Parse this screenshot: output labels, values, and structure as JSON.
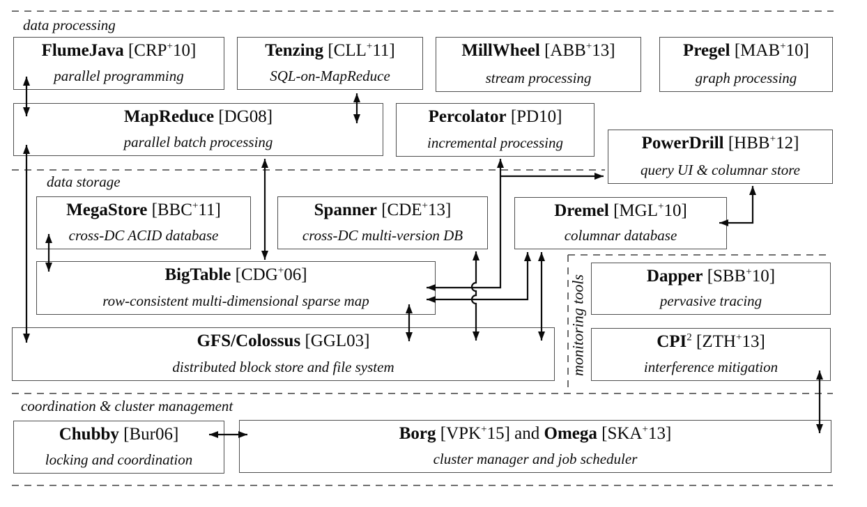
{
  "figure": {
    "regions": {
      "data_processing": "data processing",
      "data_storage": "data storage",
      "monitoring_tools": "monitoring tools",
      "coordination": "coordination & cluster management"
    },
    "boxes": {
      "flumejava": {
        "title": "**FlumeJava** [CRP^+^10]",
        "subtitle": "parallel programming"
      },
      "tenzing": {
        "title": "**Tenzing** [CLL^+^11]",
        "subtitle": "SQL-on-MapReduce"
      },
      "millwheel": {
        "title": "**MillWheel** [ABB^+^13]",
        "subtitle": "stream processing"
      },
      "pregel": {
        "title": "**Pregel** [MAB^+^10]",
        "subtitle": "graph processing"
      },
      "mapreduce": {
        "title": "**MapReduce** [DG08]",
        "subtitle": "parallel batch processing"
      },
      "percolator": {
        "title": "**Percolator** [PD10]",
        "subtitle": "incremental processing"
      },
      "powerdrill": {
        "title": "**PowerDrill** [HBB^+^12]",
        "subtitle": "query UI & columnar store"
      },
      "megastore": {
        "title": "**MegaStore** [BBC^+^11]",
        "subtitle": "cross-DC ACID database"
      },
      "spanner": {
        "title": "**Spanner** [CDE^+^13]",
        "subtitle": "cross-DC multi-version DB"
      },
      "dremel": {
        "title": "**Dremel** [MGL^+^10]",
        "subtitle": "columnar database"
      },
      "bigtable": {
        "title": "**BigTable** [CDG^+^06]",
        "subtitle": "row-consistent multi-dimensional sparse map"
      },
      "gfs": {
        "title": "**GFS/Colossus** [GGL03]",
        "subtitle": "distributed block store and file system"
      },
      "dapper": {
        "title": "**Dapper** [SBB^+^10]",
        "subtitle": "pervasive tracing"
      },
      "cpi2": {
        "title": "**CPI**^2^ [ZTH^+^13]",
        "subtitle": "interference mitigation"
      },
      "chubby": {
        "title": "**Chubby** [Bur06]",
        "subtitle": "locking and coordination"
      },
      "borg": {
        "title": "**Borg** [VPK^+^15] and **Omega** [SKA^+^13]",
        "subtitle": "cluster manager and job scheduler"
      }
    },
    "connections": [
      {
        "from": "FlumeJava",
        "to": "MapReduce",
        "style": "double-arrow"
      },
      {
        "from": "Tenzing",
        "to": "MapReduce",
        "style": "double-arrow"
      },
      {
        "from": "MapReduce",
        "to": "GFS/Colossus",
        "style": "double-arrow"
      },
      {
        "from": "MapReduce",
        "to": "BigTable",
        "style": "double-arrow"
      },
      {
        "from": "MegaStore",
        "to": "BigTable",
        "style": "double-arrow"
      },
      {
        "from": "Percolator",
        "to": "BigTable",
        "style": "double-arrow-elbow"
      },
      {
        "from": "Percolator/BigTable line",
        "to": "PowerDrill",
        "style": "single-arrow-branch"
      },
      {
        "from": "Dremel",
        "to": "BigTable",
        "style": "double-arrow-elbow"
      },
      {
        "from": "Dremel",
        "to": "GFS/Colossus",
        "style": "double-arrow"
      },
      {
        "from": "Dremel",
        "to": "PowerDrill",
        "style": "double-arrow-elbow"
      },
      {
        "from": "Spanner",
        "to": "GFS/Colossus",
        "style": "double-arrow-with-line-jumps"
      },
      {
        "from": "BigTable",
        "to": "GFS/Colossus",
        "style": "double-arrow"
      },
      {
        "from": "Chubby",
        "to": "Borg/Omega",
        "style": "double-arrow"
      },
      {
        "from": "CPI2",
        "to": "Borg/Omega",
        "style": "double-arrow"
      }
    ],
    "colors": {
      "background": "#ffffff",
      "box_border": "#4d4d4d",
      "arrow": "#0a0a0a",
      "dashed_border": "#5b5b5b",
      "text": "#0a0a0a"
    }
  }
}
